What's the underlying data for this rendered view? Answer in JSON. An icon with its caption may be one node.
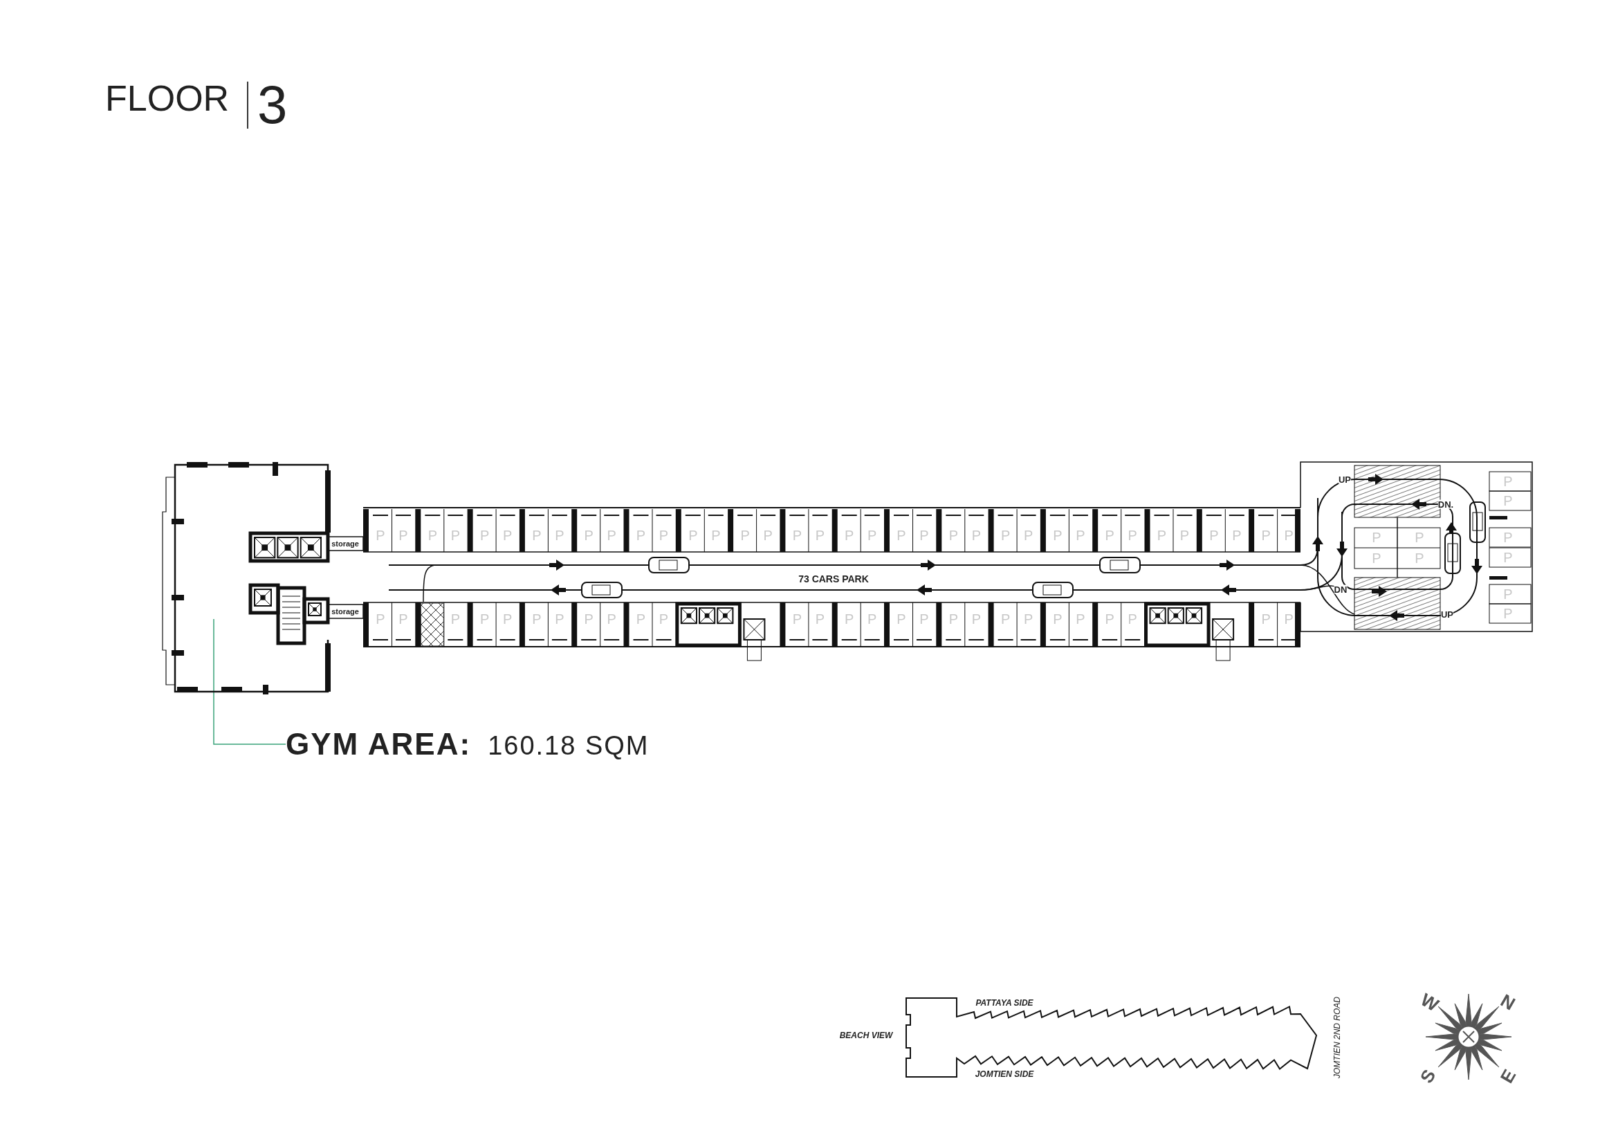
{
  "diagram": {
    "nodes": [
      {
        "text": [],
        "shape": "box"
      },
      {
        "text": [
          "GYM AREA:",
          "160.18 SQM"
        ]
      }
    ],
    "edges": [
      {
        "from": 1,
        "to": 0,
        "arrow": "none"
      }
    ],
    "labels": [
      "FLOOR",
      "3",
      "storage",
      "P",
      "P",
      "P",
      "P",
      "P",
      "P",
      "P",
      "P",
      "P",
      "P",
      "P",
      "P",
      "P",
      "P",
      "P",
      "P",
      "P",
      "P",
      "P",
      "P",
      "P",
      "P",
      "P",
      "P",
      "P",
      "P",
      "P",
      "P",
      "P",
      "P",
      "P",
      "P",
      "P",
      "P",
      "P",
      "P",
      "73 CARS PARK",
      "storage",
      "P",
      "P",
      "P",
      "P",
      "P",
      "P",
      "P",
      "P",
      "P",
      "P",
      "P",
      "P",
      "P",
      "P",
      "P",
      "P",
      "P",
      "P",
      "P",
      "P",
      "P",
      "P",
      "P",
      "P",
      "P",
      "P",
      "P",
      "UP",
      "DN.",
      "DN",
      "UP",
      "P",
      "P",
      "P",
      "P",
      "P",
      "P",
      "P",
      "P",
      "P",
      "P",
      "BEACH VIEW",
      "PATTAYA SIDE",
      "JOMTIEN SIDE",
      "JOMTIEN 2ND ROAD",
      "W",
      "N",
      "S",
      "E"
    ]
  }
}
